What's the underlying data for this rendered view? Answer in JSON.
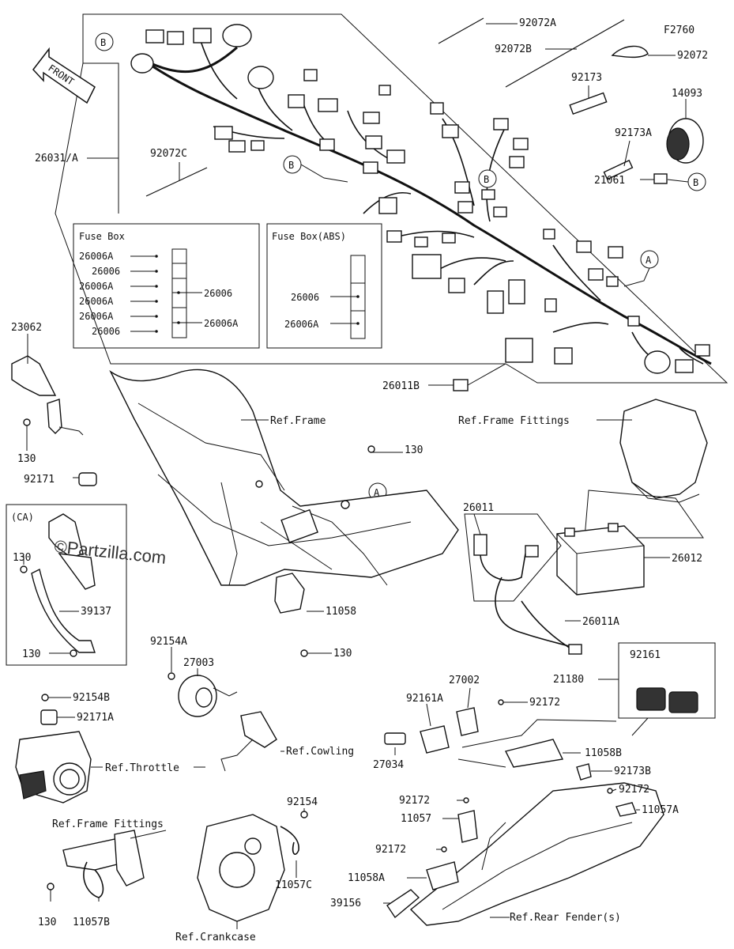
{
  "diagram_code": "F2760",
  "front_label": "FRONT",
  "watermark": "©Partzilla.com",
  "fuse_box": {
    "title": "Fuse Box",
    "rows": [
      "26006A",
      "26006",
      "26006A",
      "26006A",
      "26006A",
      "26006"
    ],
    "group_a": "26006",
    "group_b": "26006A"
  },
  "fuse_box_abs": {
    "title": "Fuse Box(ABS)",
    "rows": [
      "26006",
      "26006A"
    ]
  },
  "bubbles": {
    "b1": "B",
    "b2": "B",
    "b3": "B",
    "b4": "B",
    "a1": "A",
    "a2": "A"
  },
  "parts": {
    "p92072A": "92072A",
    "p92072B": "92072B",
    "p92072": "92072",
    "p92173": "92173",
    "p14093": "14093",
    "p92173A": "92173A",
    "p21061": "21061",
    "p26031A": "26031/A",
    "p92072C": "92072C",
    "p23062": "23062",
    "p26011B": "26011B",
    "p130a": "130",
    "p92171": "92171",
    "p130b": "130",
    "ca": "(CA)",
    "p130c": "130",
    "p39137": "39137",
    "p130d": "130",
    "p11058": "11058",
    "p130e": "130",
    "p26011": "26011",
    "p26012": "26012",
    "p26011A": "26011A",
    "p92154A": "92154A",
    "p27003": "27003",
    "p92154B": "92154B",
    "p92171A": "92171A",
    "p92161": "92161",
    "p21180": "21180",
    "p27002": "27002",
    "p92161A": "92161A",
    "p92172a": "92172",
    "p11058B": "11058B",
    "p27034": "27034",
    "p92173B": "92173B",
    "p92172b": "92172",
    "p11057A": "11057A",
    "p92172c": "92172",
    "p11057": "11057",
    "p92154": "92154",
    "p92172d": "92172",
    "p11058A": "11058A",
    "p11057C": "11057C",
    "p39156": "39156",
    "p130f": "130",
    "p11057B": "11057B"
  },
  "refs": {
    "frame": "Ref.Frame",
    "frame_fittings_top": "Ref.Frame Fittings",
    "cowling": "Ref.Cowling",
    "throttle": "Ref.Throttle",
    "frame_fittings_bottom": "Ref.Frame Fittings",
    "crankcase": "Ref.Crankcase",
    "rear_fender": "Ref.Rear Fender(s)"
  }
}
